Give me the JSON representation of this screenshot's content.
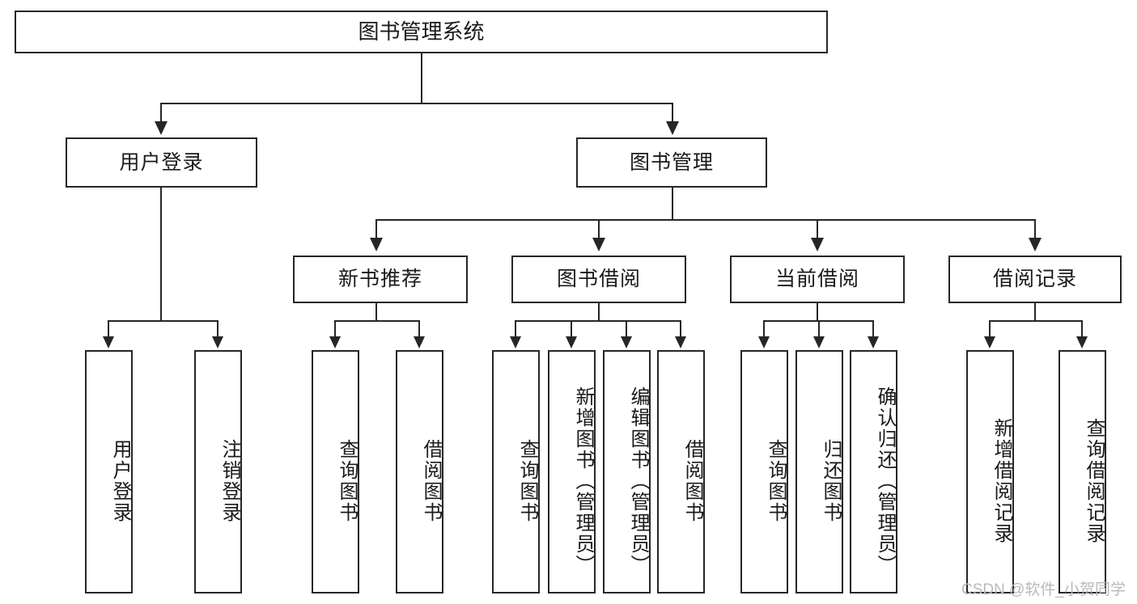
{
  "diagram": {
    "title": "图书管理系统",
    "type": "tree-hierarchy-diagram",
    "colors": {
      "stroke": "#262626",
      "fill": "#ffffff",
      "text": "#1a1a1a",
      "watermark": "#b9b9b9"
    },
    "root": {
      "label": "图书管理系统"
    },
    "level2": [
      {
        "label": "用户登录"
      },
      {
        "label": "图书管理"
      }
    ],
    "level3": [
      {
        "label": "新书推荐"
      },
      {
        "label": "图书借阅"
      },
      {
        "label": "当前借阅"
      },
      {
        "label": "借阅记录"
      }
    ],
    "leaves": {
      "user_login": [
        {
          "label": "用户登录"
        },
        {
          "label": "注销登录"
        }
      ],
      "new_book_recommend": [
        {
          "label": "查询图书"
        },
        {
          "label": "借阅图书"
        }
      ],
      "book_borrow": [
        {
          "label": "查询图书"
        },
        {
          "label": "新增图书（管理员）"
        },
        {
          "label": "编辑图书（管理员）"
        },
        {
          "label": "借阅图书"
        }
      ],
      "current_borrow": [
        {
          "label": "查询图书"
        },
        {
          "label": "归还图书"
        },
        {
          "label": "确认归还（管理员）"
        }
      ],
      "borrow_record": [
        {
          "label": "新增借阅记录"
        },
        {
          "label": "查询借阅记录"
        }
      ]
    }
  },
  "watermark": {
    "text": "CSDN @软件_小贺同学"
  }
}
